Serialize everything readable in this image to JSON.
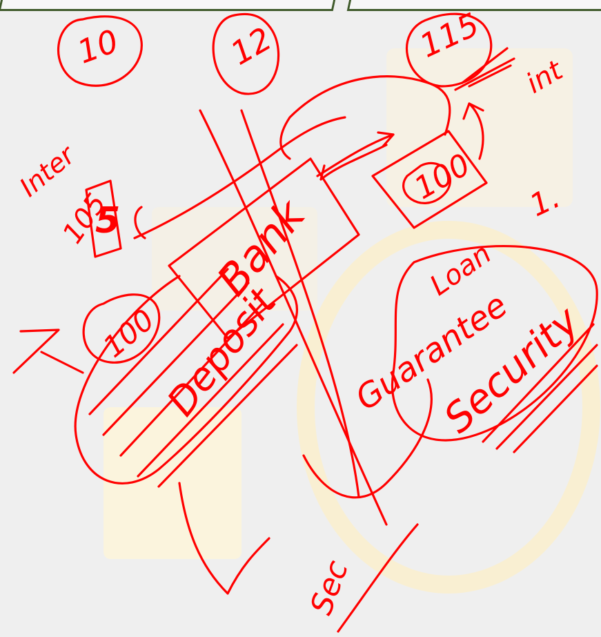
{
  "annotations": {
    "circle_a": "10",
    "circle_b": "12",
    "circle_c": "115",
    "box_loan": "100",
    "interest_label": "Inter",
    "interest_value": "105",
    "interest_box": "5",
    "deposit_circle": "100",
    "seven": "7",
    "deposit_word": "Deposit",
    "bank_word": "Bank",
    "percent_word": "1.",
    "loan_word": "Loan",
    "int_word": "int",
    "guarantee_word": "Guarantee",
    "security_word": "Security",
    "sec_word": "Sec"
  },
  "colors": {
    "ink": "#ff0000",
    "panel_border": "#3f5a2a",
    "background": "#efefef",
    "watermark": "#fdf6e0"
  }
}
